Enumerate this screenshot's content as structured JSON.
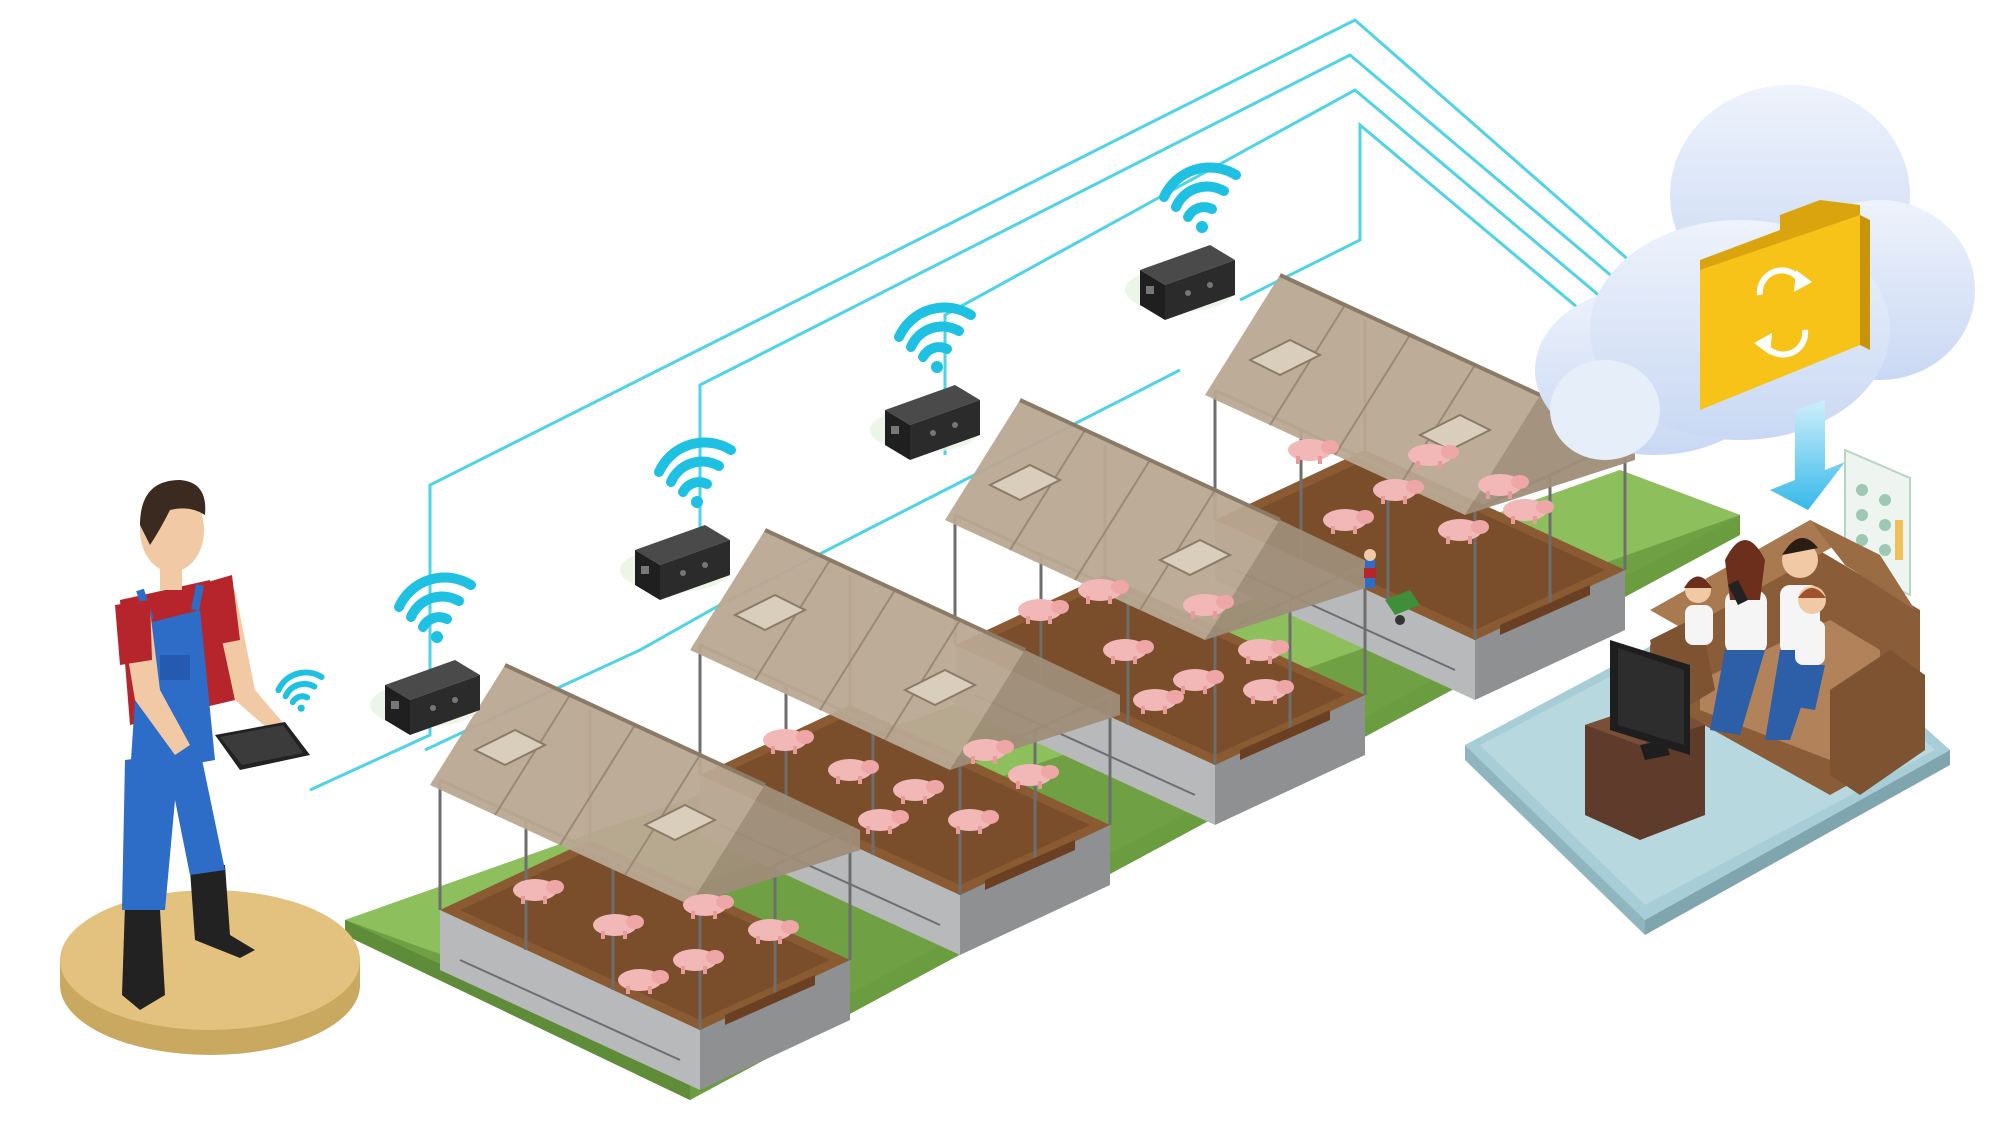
{
  "illustration": {
    "subject": "",
    "colors": {
      "network_line": "#4fd3e6",
      "wifi": "#1fc1e3",
      "ground": "#8dc05c",
      "ground_side": "#6fa044",
      "foundation": "#b8b9ba",
      "foundation_dark": "#8f9091",
      "floor": "#8a5a32",
      "roof": "#b9a892",
      "roof_dark": "#9e8d78",
      "frame": "#6e6e6e",
      "pig": "#f2b8b8",
      "camera": "#2b2b2b",
      "cloud": "#d9e6f8",
      "folder": "#f7c318",
      "arrow": "#4fc8ee",
      "farmer_shirt": "#b5252b",
      "farmer_overalls": "#2d6cc7",
      "platform": "#e2c27e",
      "room_floor": "#b8d8df",
      "sofa": "#9a6c44"
    },
    "icons": [
      "wifi-icon",
      "camera-icon",
      "cloud-icon",
      "folder-sync-icon",
      "download-arrow-icon",
      "tablet-icon",
      "dashboard-panel-icon"
    ],
    "barns": [
      {
        "pigs": 6
      },
      {
        "pigs": 7
      },
      {
        "pigs": 8
      },
      {
        "pigs": 7
      }
    ]
  }
}
